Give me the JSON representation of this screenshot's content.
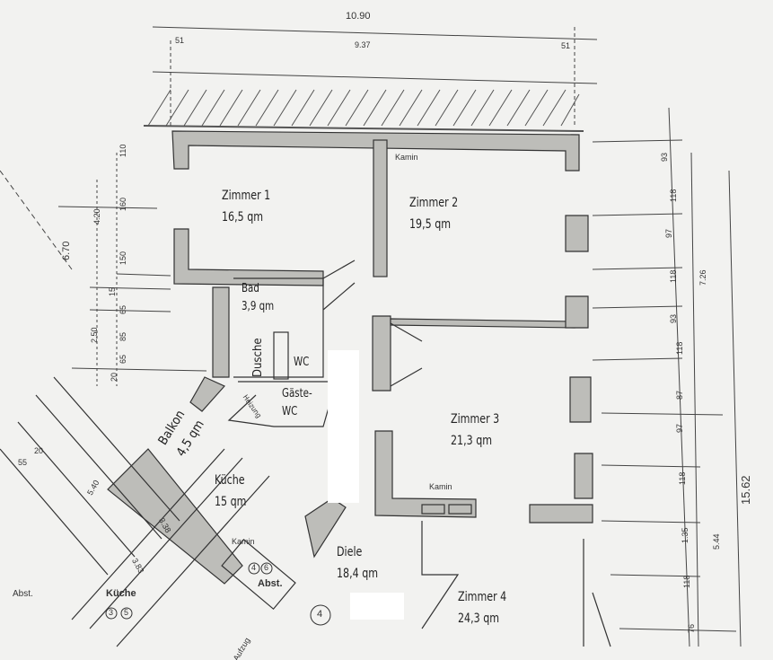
{
  "rooms": {
    "zimmer1": {
      "name": "Zimmer 1",
      "area": "16,5 qm"
    },
    "zimmer2": {
      "name": "Zimmer 2",
      "area": "19,5 qm"
    },
    "bad": {
      "name": "Bad",
      "area": "3,9 qm"
    },
    "dusche": {
      "name": "Dusche"
    },
    "wc": {
      "name": "WC"
    },
    "gaeste_wc": {
      "name": "Gäste-",
      "name2": "WC"
    },
    "heizung": {
      "name": "Heizung"
    },
    "balkon": {
      "name": "Balkon",
      "area": "4,5 qm"
    },
    "kueche": {
      "name": "Küche",
      "area": "15 qm"
    },
    "zimmer3": {
      "name": "Zimmer 3",
      "area": "21,3 qm"
    },
    "diele": {
      "name": "Diele",
      "area": "18,4 qm"
    },
    "zimmer4": {
      "name": "Zimmer 4",
      "area": "24,3 qm"
    }
  },
  "plan_labels": {
    "kueche_old": "Küche",
    "kueche_num1": "3",
    "kueche_num2": "5",
    "abst1": "Abst.",
    "abst2": "Abst.",
    "abst_num1": "4",
    "abst_num2": "6",
    "circle_num": "4",
    "kamin": "Kamin",
    "aufzug": "Aufzug"
  },
  "dimensions": {
    "top_total": "10.90",
    "top_inner": "9.37",
    "top_left": "51",
    "top_right": "51",
    "left": [
      "110",
      "160",
      "150",
      "15",
      "65",
      "85",
      "65",
      "20"
    ],
    "left_sub1": "4.20",
    "left_total": "6.70",
    "left_sub2": "2.50",
    "right": [
      "93",
      "118",
      "97",
      "118",
      "93",
      "118",
      "87",
      "97",
      "118",
      "1.35",
      "118",
      "76"
    ],
    "right_sub1": "7.26",
    "right_sub2": "5.44",
    "right_total": "15.62",
    "misc_left": [
      "55",
      "20",
      "5.40",
      "3.83",
      "3.38"
    ]
  },
  "colors": {
    "wall_fill": "#b8b8b4",
    "line": "#333333",
    "paper": "#f2f2f0"
  }
}
